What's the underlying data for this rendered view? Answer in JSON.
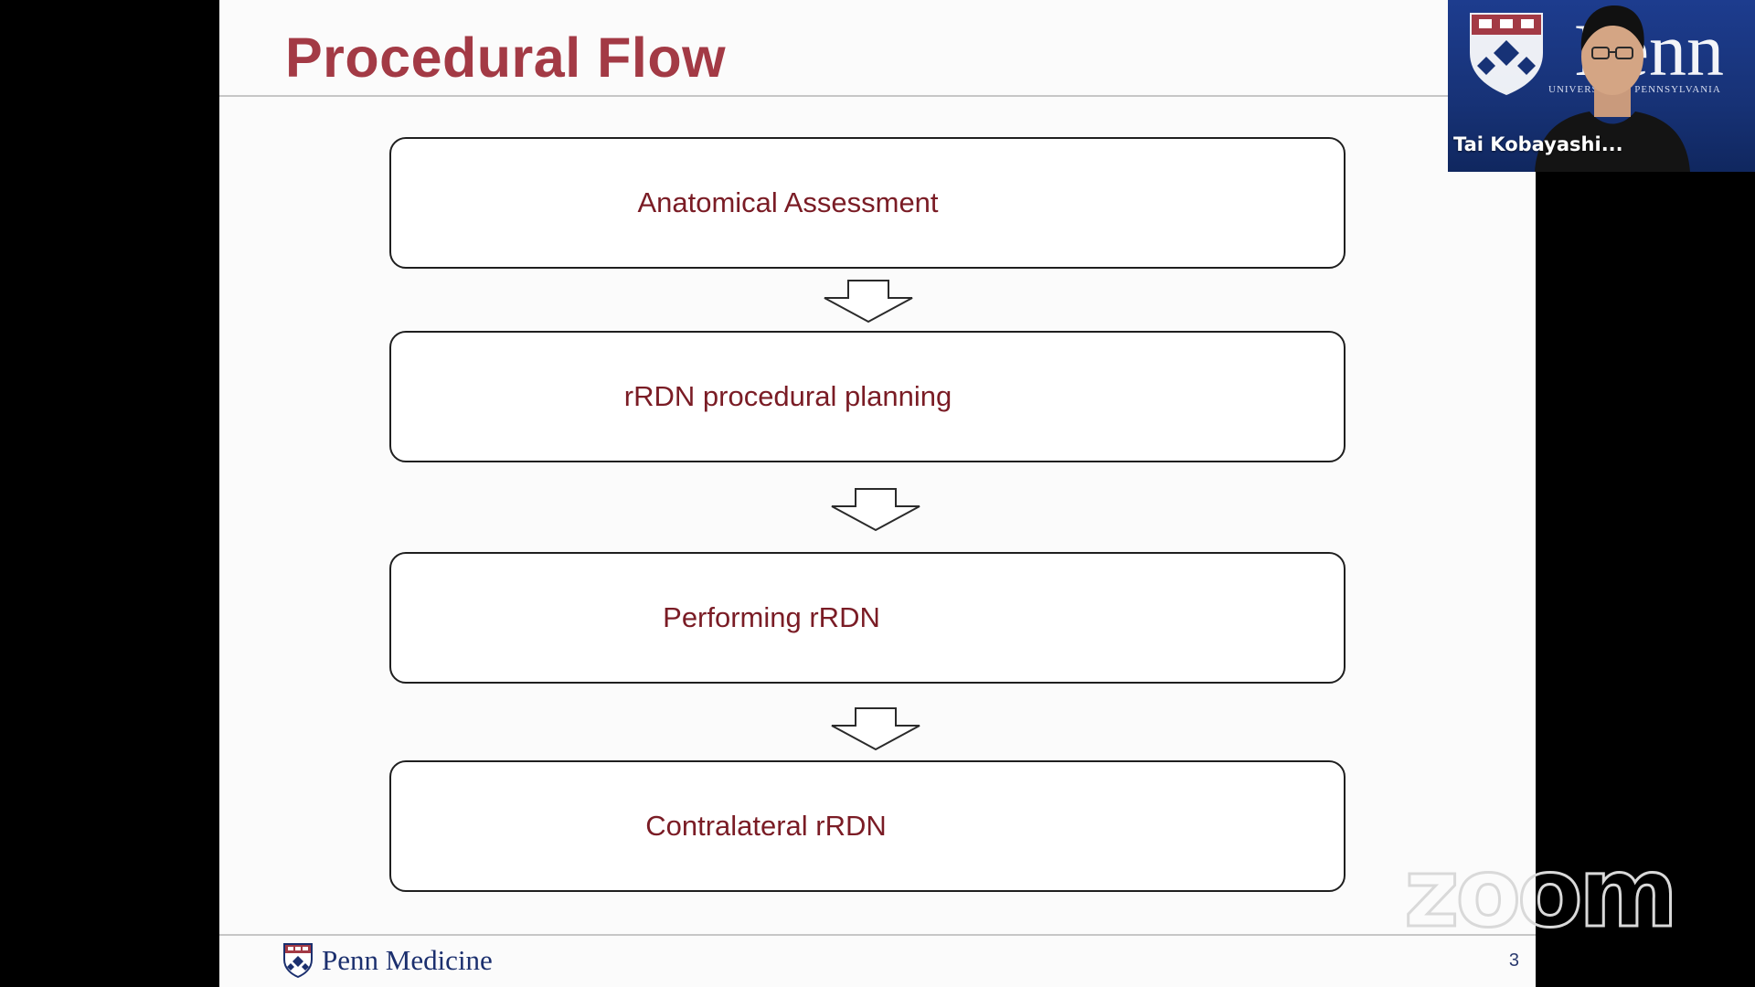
{
  "slide": {
    "title": "Procedural Flow",
    "steps": [
      {
        "label": "Anatomical Assessment"
      },
      {
        "label": "rRDN procedural planning"
      },
      {
        "label": "Performing rRDN"
      },
      {
        "label": "Contralateral rRDN"
      }
    ],
    "footer": {
      "logo_text": "Penn Medicine",
      "page_number": "3"
    }
  },
  "video_tile": {
    "participant_name": "Tai Kobayashi...",
    "background_logo_text": "Penn",
    "background_logo_subtitle": "UNIVERSITY of PENNSYLVANIA"
  },
  "watermark": {
    "text": "zoom"
  },
  "colors": {
    "title": "#a33a45",
    "step_text": "#7a1c25",
    "penn_blue": "#1b2f6e",
    "video_bg": "#173276"
  },
  "icons": {
    "flow_arrow": "down-arrow-outline-icon",
    "footer_logo": "penn-shield-icon",
    "video_logo": "penn-shield-icon"
  }
}
